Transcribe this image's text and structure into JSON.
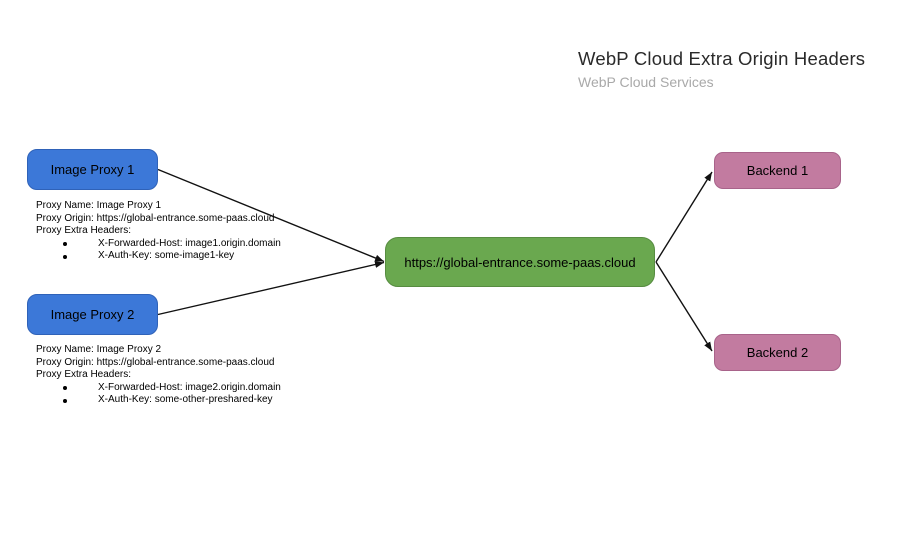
{
  "title": {
    "text": "WebP Cloud Extra Origin Headers",
    "subtitle": "WebP Cloud Services"
  },
  "nodes": {
    "proxy1": {
      "label": "Image Proxy 1"
    },
    "proxy2": {
      "label": "Image Proxy 2"
    },
    "entrance": {
      "label": "https://global-entrance.some-paas.cloud"
    },
    "backend1": {
      "label": "Backend 1"
    },
    "backend2": {
      "label": "Backend 2"
    }
  },
  "proxy1_details": {
    "name_line": "Proxy Name: Image Proxy 1",
    "origin_line": "Proxy Origin: https://global-entrance.some-paas.cloud",
    "headers_line": "Proxy Extra Headers:",
    "bullets": [
      "X-Forwarded-Host: image1.origin.domain",
      "X-Auth-Key: some-image1-key"
    ]
  },
  "proxy2_details": {
    "name_line": "Proxy Name: Image Proxy 2",
    "origin_line": "Proxy Origin: https://global-entrance.some-paas.cloud",
    "headers_line": "Proxy Extra Headers:",
    "bullets": [
      "X-Forwarded-Host: image2.origin.domain",
      "X-Auth-Key: some-other-preshared-key"
    ]
  },
  "edges": [
    {
      "from": "Image Proxy 1",
      "to": "https://global-entrance.some-paas.cloud"
    },
    {
      "from": "Image Proxy 2",
      "to": "https://global-entrance.some-paas.cloud"
    },
    {
      "from": "https://global-entrance.some-paas.cloud",
      "to": "Backend 1"
    },
    {
      "from": "https://global-entrance.some-paas.cloud",
      "to": "Backend 2"
    }
  ],
  "colors": {
    "proxy_fill": "#3c78d8",
    "entrance_fill": "#6aa84f",
    "backend_fill": "#c27ba0",
    "arrow": "#111111",
    "title_text": "#2a2a2a",
    "subtitle_text": "#a9a9a9"
  }
}
